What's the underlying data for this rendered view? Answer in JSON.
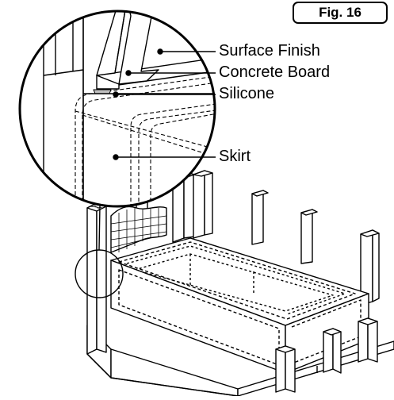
{
  "figure": {
    "badge": "Fig. 16",
    "callouts": {
      "surface_finish": "Surface Finish",
      "concrete_board": "Concrete Board",
      "silicone": "Silicone",
      "skirt": "Skirt"
    }
  },
  "colors": {
    "line": "#000000",
    "background": "#ffffff",
    "silicone_highlight": "#bfbfbf"
  }
}
